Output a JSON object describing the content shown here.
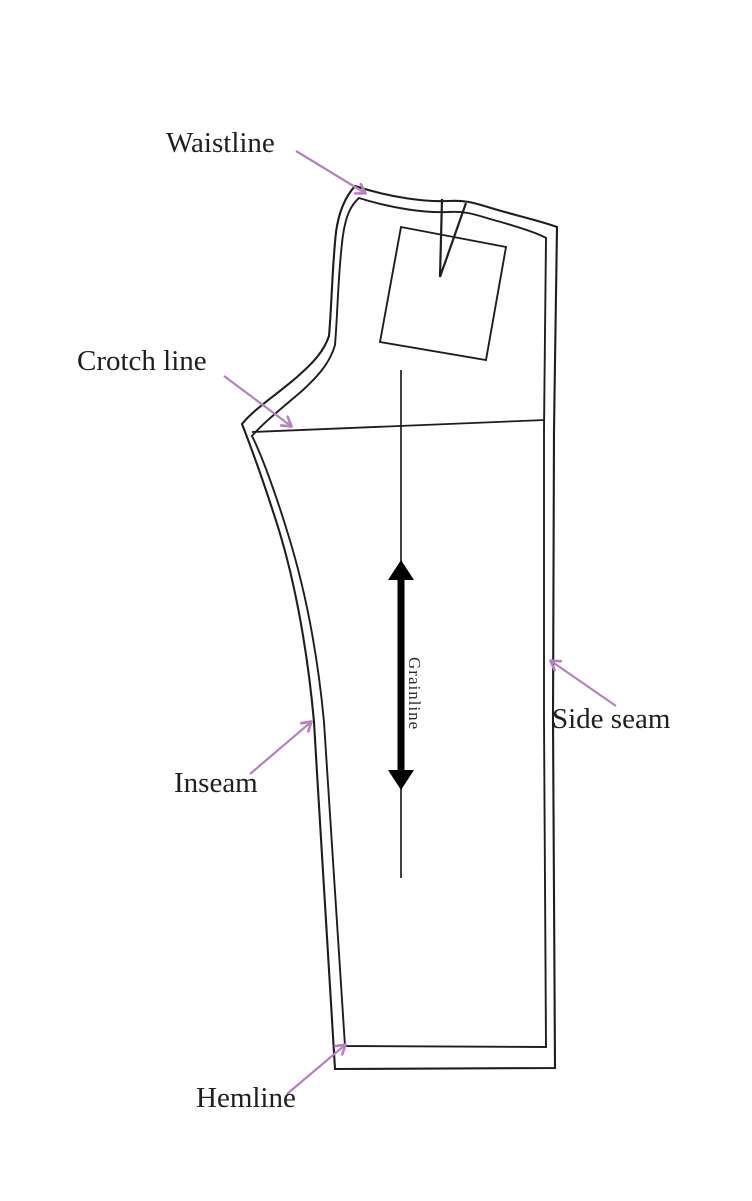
{
  "diagram": {
    "type": "sewing-pattern-diagram",
    "subject": "trouser front pattern piece with seam-allowance outline, dart, pocket marking and grainline arrow",
    "colors": {
      "background": "#ffffff",
      "pattern_line": "#1e1e1e",
      "label_text": "#1f1f1f",
      "callout_arrow": "#b97fc3",
      "grainline_arrow": "#000000"
    },
    "labels": {
      "waistline": "Waistline",
      "crotch_line": "Crotch line",
      "inseam": "Inseam",
      "hemline": "Hemline",
      "side_seam": "Side seam",
      "grainline": "Grainline"
    }
  }
}
